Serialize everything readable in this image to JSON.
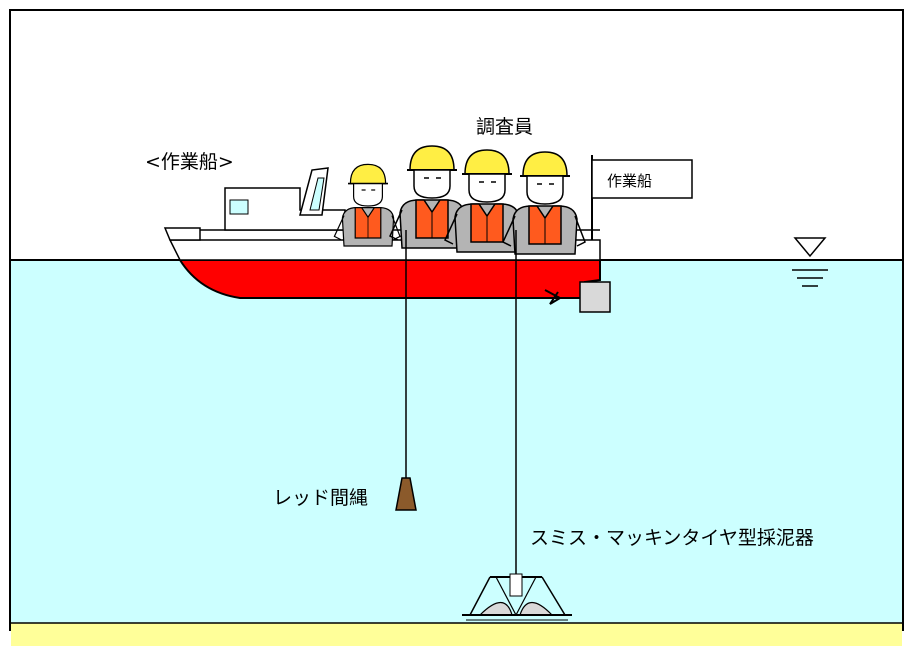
{
  "labels": {
    "boat_caption": "<作業船>",
    "surveyors": "調査員",
    "flag_text": "作業船",
    "lead_line": "レッド間縄",
    "sampler": "スミス・マッキンタイヤ型採泥器"
  },
  "colors": {
    "water": "#ccffff",
    "seabed": "#ffff99",
    "hull_red": "#ff0000",
    "vest_orange": "#ff5a1e",
    "helmet_yellow": "#ffee44",
    "suit_gray": "#b4b4b4",
    "weight_brown": "#8b5a2b"
  },
  "icons": {
    "water_level": "water-surface-triangle-icon"
  }
}
